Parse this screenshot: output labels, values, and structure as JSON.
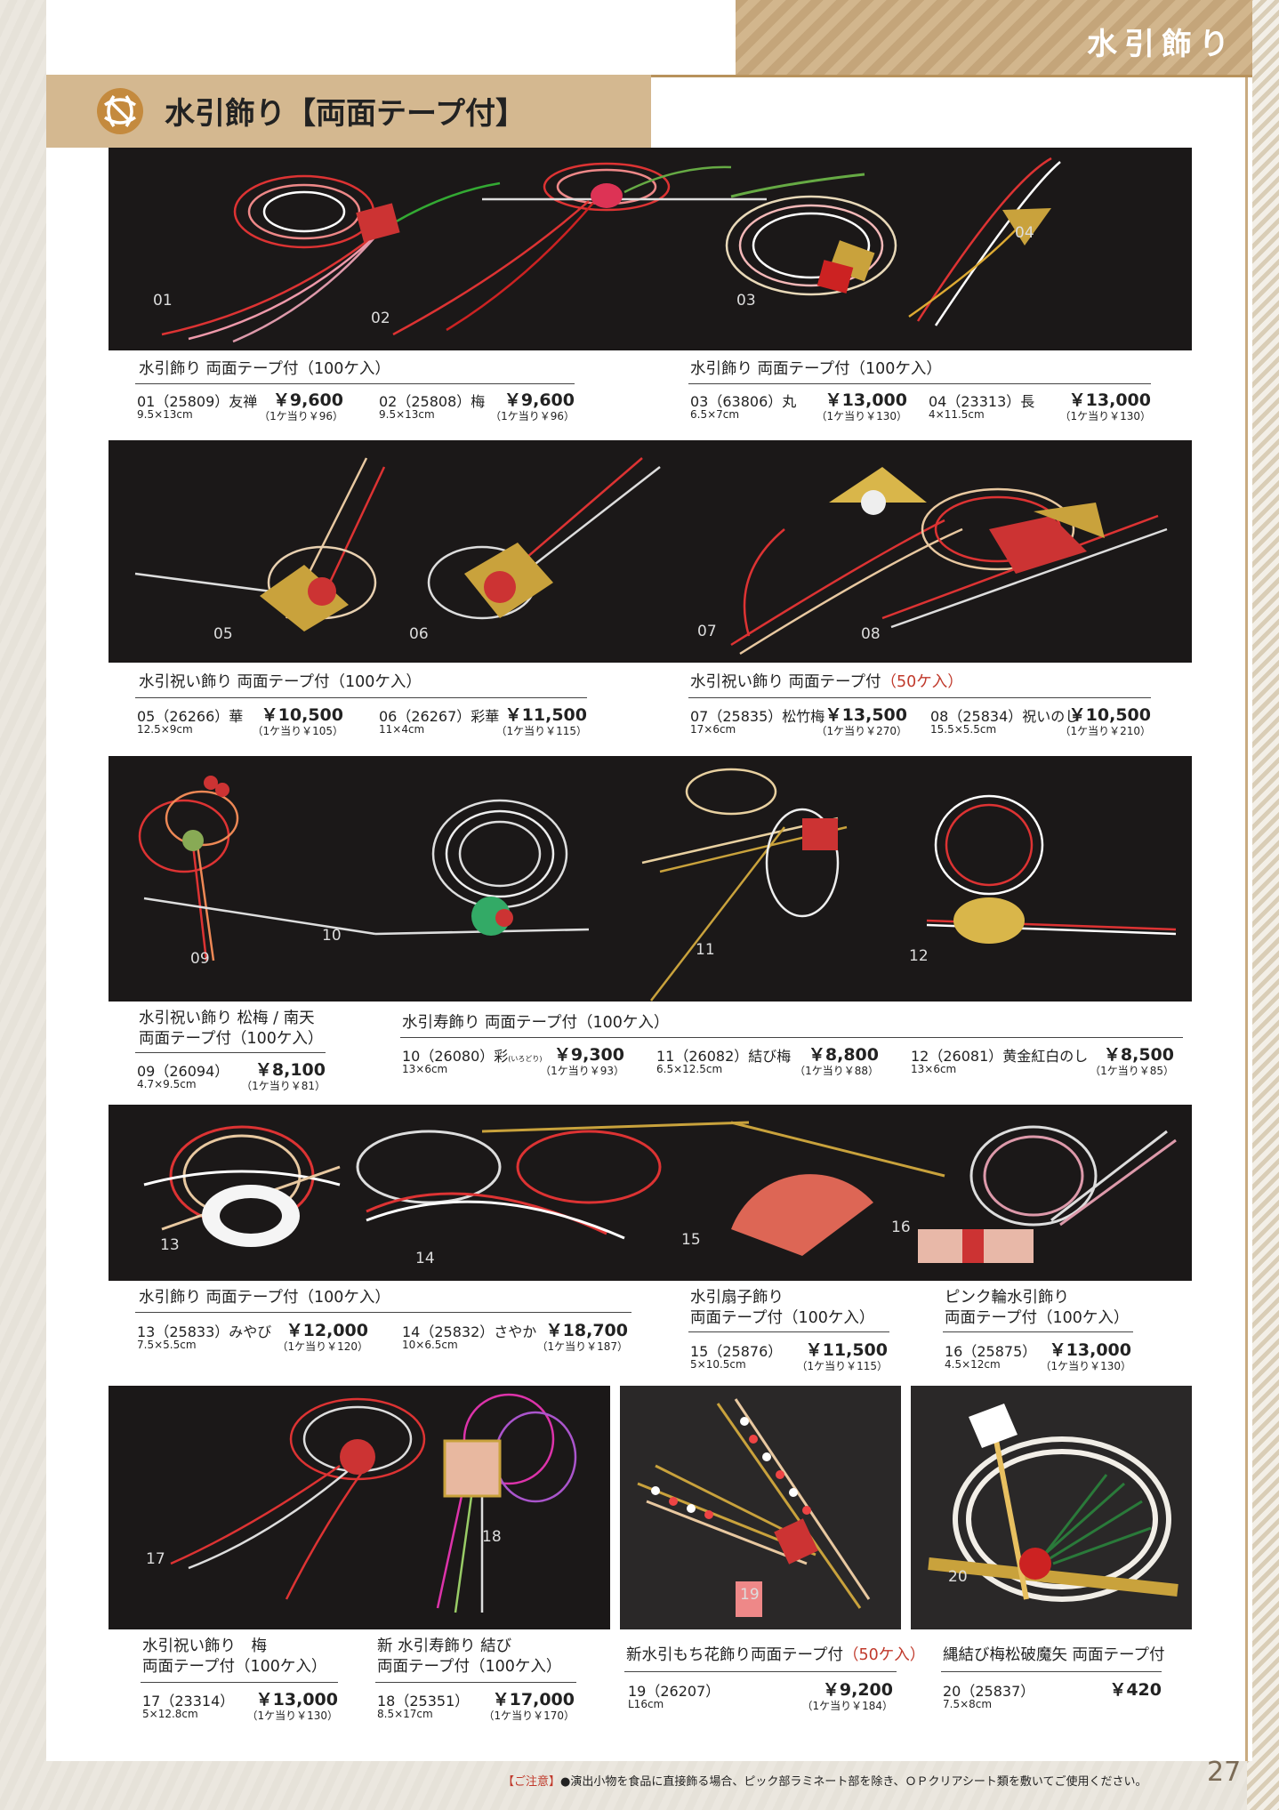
{
  "header": {
    "corner_title": "水引飾り",
    "section_title": "水引飾り【両面テープ付】"
  },
  "photo_labels": {
    "p1": [
      "01",
      "02",
      "03",
      "04"
    ],
    "p2": [
      "05",
      "06",
      "07",
      "08"
    ],
    "p3": [
      "09",
      "10",
      "11",
      "12"
    ],
    "p4": [
      "13",
      "14",
      "15",
      "16"
    ],
    "p5": [
      "17",
      "18"
    ],
    "p6": [
      "19"
    ],
    "p7": [
      "20"
    ]
  },
  "groups": {
    "g1": {
      "title": "水引飾り 両面テープ付（100ケ入）"
    },
    "g2": {
      "title": "水引飾り 両面テープ付（100ケ入）"
    },
    "g3": {
      "title": "水引祝い飾り 両面テープ付（100ケ入）"
    },
    "g4": {
      "title": "水引祝い飾り 両面テープ付",
      "title_red": "（50ケ入）"
    },
    "g5": {
      "title_l1": "水引祝い飾り 松梅 / 南天",
      "title_l2": "両面テープ付（100ケ入）"
    },
    "g6": {
      "title": "水引寿飾り 両面テープ付（100ケ入）"
    },
    "g7": {
      "title": "水引飾り 両面テープ付（100ケ入）"
    },
    "g8": {
      "title_l1": "水引扇子飾り",
      "title_l2": "両面テープ付（100ケ入）"
    },
    "g9": {
      "title_l1": "ピンク輪水引飾り",
      "title_l2": "両面テープ付（100ケ入）"
    },
    "g10": {
      "title_l1": "水引祝い飾り　梅",
      "title_l2": "両面テープ付（100ケ入）"
    },
    "g11": {
      "title_l1": "新 水引寿飾り 結び",
      "title_l2": "両面テープ付（100ケ入）"
    },
    "g12": {
      "title": "新水引もち花飾り両面テープ付",
      "title_red": "（50ケ入）"
    },
    "g13": {
      "title": "縄結び梅松破魔矢 両面テープ付"
    }
  },
  "items": {
    "i01": {
      "code": "01（25809）友禅",
      "price": "￥9,600",
      "size": "9.5×13cm",
      "unit": "（1ケ当り￥96）"
    },
    "i02": {
      "code": "02（25808）梅",
      "price": "￥9,600",
      "size": "9.5×13cm",
      "unit": "（1ケ当り￥96）"
    },
    "i03": {
      "code": "03（63806）丸",
      "price": "￥13,000",
      "size": "6.5×7cm",
      "unit": "（1ケ当り￥130）"
    },
    "i04": {
      "code": "04（23313）長",
      "price": "￥13,000",
      "size": "4×11.5cm",
      "unit": "（1ケ当り￥130）"
    },
    "i05": {
      "code": "05（26266）華",
      "price": "￥10,500",
      "size": "12.5×9cm",
      "unit": "（1ケ当り￥105）"
    },
    "i06": {
      "code": "06（26267）彩華",
      "price": "￥11,500",
      "size": "11×4cm",
      "unit": "（1ケ当り￥115）"
    },
    "i07": {
      "code": "07（25835）松竹梅",
      "price": "￥13,500",
      "size": "17×6cm",
      "unit": "（1ケ当り￥270）"
    },
    "i08": {
      "code": "08（25834）祝いのし",
      "price": "￥10,500",
      "size": "15.5×5.5cm",
      "unit": "（1ケ当り￥210）"
    },
    "i09": {
      "code": "09（26094）",
      "price": "￥8,100",
      "size": "4.7×9.5cm",
      "unit": "（1ケ当り￥81）"
    },
    "i10": {
      "code": "10（26080）彩",
      "code_small": "(いろどり)",
      "price": "￥9,300",
      "size": "13×6cm",
      "unit": "（1ケ当り￥93）"
    },
    "i11": {
      "code": "11（26082）結び梅",
      "price": "￥8,800",
      "size": "6.5×12.5cm",
      "unit": "（1ケ当り￥88）"
    },
    "i12": {
      "code": "12（26081）黄金紅白のし",
      "price": "￥8,500",
      "size": "13×6cm",
      "unit": "（1ケ当り￥85）"
    },
    "i13": {
      "code": "13（25833）みやび",
      "price": "￥12,000",
      "size": "7.5×5.5cm",
      "unit": "（1ケ当り￥120）"
    },
    "i14": {
      "code": "14（25832）さやか",
      "price": "￥18,700",
      "size": "10×6.5cm",
      "unit": "（1ケ当り￥187）"
    },
    "i15": {
      "code": "15（25876）",
      "price": "￥11,500",
      "size": "5×10.5cm",
      "unit": "（1ケ当り￥115）"
    },
    "i16": {
      "code": "16（25875）",
      "price": "￥13,000",
      "size": "4.5×12cm",
      "unit": "（1ケ当り￥130）"
    },
    "i17": {
      "code": "17（23314）",
      "price": "￥13,000",
      "size": "5×12.8cm",
      "unit": "（1ケ当り￥130）"
    },
    "i18": {
      "code": "18（25351）",
      "price": "￥17,000",
      "size": "8.5×17cm",
      "unit": "（1ケ当り￥170）"
    },
    "i19": {
      "code": "19（26207）",
      "price": "￥9,200",
      "size": "L16cm",
      "unit": "（1ケ当り￥184）"
    },
    "i20": {
      "code": "20（25837）",
      "price": "￥420",
      "size": "7.5×8cm",
      "unit": ""
    }
  },
  "footer": {
    "note_label": "【ご注意】",
    "note_text": "●演出小物を食品に直接飾る場合、ピック部ラミネート部を除き、ＯＰクリアシート類を敷いてご使用ください。"
  },
  "page_number": "27"
}
